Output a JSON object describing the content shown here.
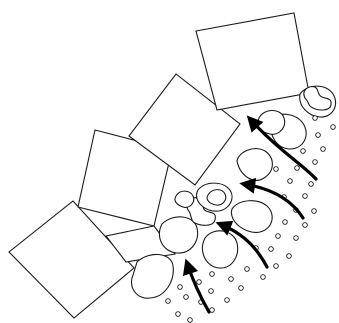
{
  "diagram": {
    "background_color": "#ffffff",
    "stroke_color": "#1a1a1a",
    "arrow_color": "#000000",
    "element_counts": {
      "square_blocks": 5,
      "irregular_blobs": 13,
      "small_circles": 37,
      "flow_arrows": 4
    },
    "text_labels": []
  }
}
